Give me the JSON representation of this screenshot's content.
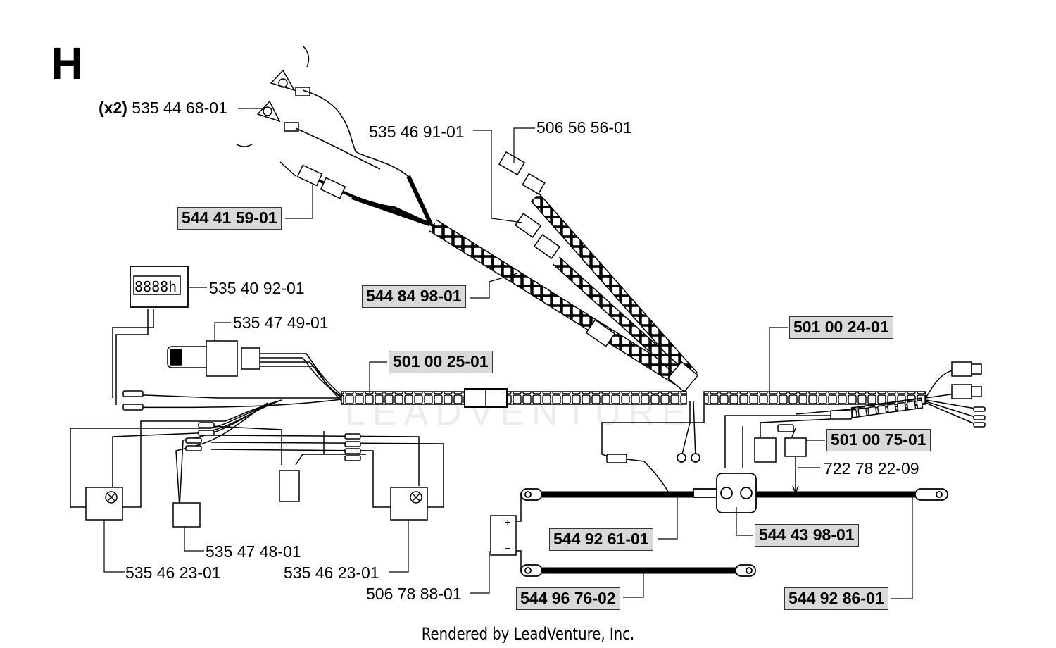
{
  "section": {
    "letter": "H"
  },
  "parts": {
    "p535446801": {
      "qty": "(x2)",
      "number": "535 44 68-01"
    },
    "p544415901": "544 41 59-01",
    "p535469101": "535 46 91-01",
    "p506565601": "506 56 56-01",
    "p535409201": "535 40 92-01",
    "p544849801": "544 84 98-01",
    "p535474901": "535 47 49-01",
    "p501002501": "501 00 25-01",
    "p501002401": "501 00 24-01",
    "p501007501": "501 00 75-01",
    "p722782209": "722 78 22-09",
    "p544926101": "544 92 61-01",
    "p544439801": "544 43 98-01",
    "p535474801": "535 47 48-01",
    "p535462301a": "535 46 23-01",
    "p535462301b": "535 46 23-01",
    "p506788801": "506 78 88-01",
    "p544967602": "544 96 76-02",
    "p544928601": "544 92 86-01"
  },
  "hour_meter": {
    "display": "8888h"
  },
  "footer": {
    "text": "Rendered by LeadVenture, Inc."
  },
  "watermark": {
    "text": "LEADVENTURE"
  },
  "colors": {
    "line": "#000000",
    "callout_fill": "#d9d9d9"
  }
}
